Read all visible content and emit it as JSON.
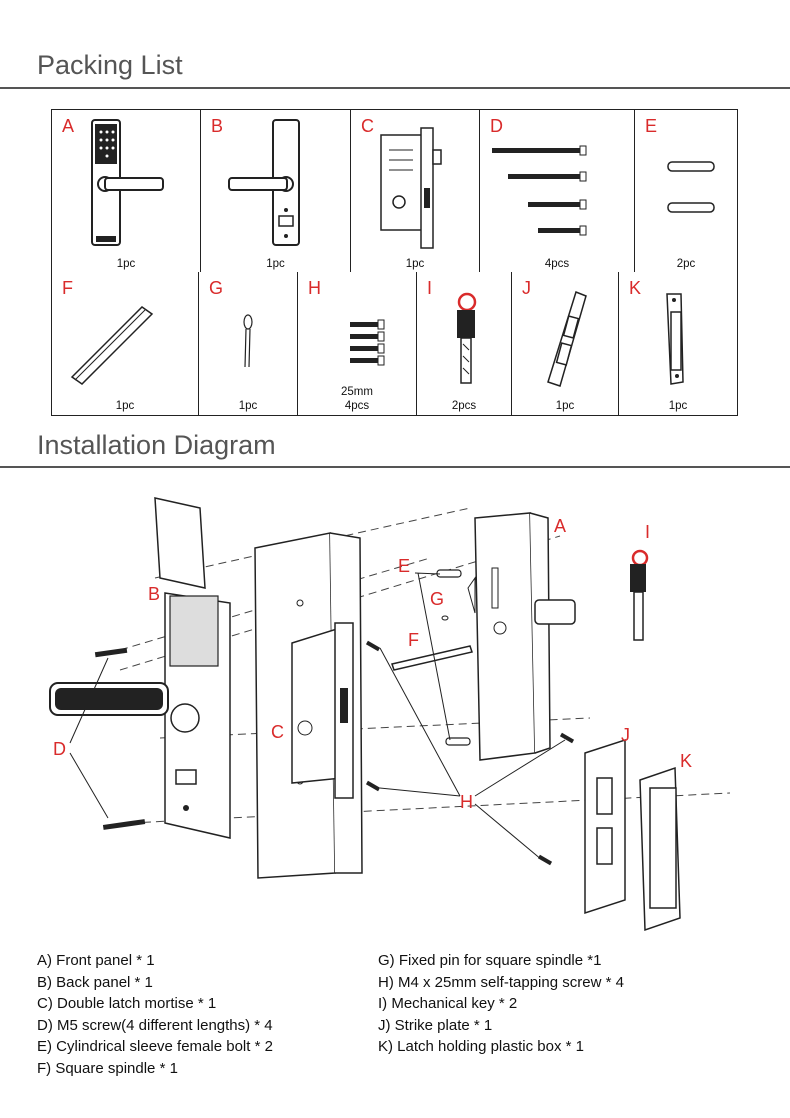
{
  "packing_title": "Packing List",
  "install_title": "Installation Diagram",
  "row1": [
    {
      "letter": "A",
      "qty": "1pc"
    },
    {
      "letter": "B",
      "qty": "1pc"
    },
    {
      "letter": "C",
      "qty": "1pc"
    },
    {
      "letter": "D",
      "qty": "4pcs"
    },
    {
      "letter": "E",
      "qty": "2pc"
    }
  ],
  "row2": [
    {
      "letter": "F",
      "qty": "1pc"
    },
    {
      "letter": "G",
      "qty": "1pc"
    },
    {
      "letter": "H",
      "sub": "25mm",
      "qty": "4pcs"
    },
    {
      "letter": "I",
      "qty": "2pcs"
    },
    {
      "letter": "J",
      "qty": "1pc"
    },
    {
      "letter": "K",
      "qty": "1pc"
    }
  ],
  "diagram_labels": {
    "A": "A",
    "B": "B",
    "C": "C",
    "D": "D",
    "E": "E",
    "F": "F",
    "G": "G",
    "H": "H",
    "I": "I",
    "J": "J",
    "K": "K"
  },
  "legend_left": [
    "A) Front panel  *  1",
    "B) Back panel  *  1",
    "C) Double latch mortise  *  1",
    "D) M5 screw(4 different lengths)  *  4",
    "E) Cylindrical sleeve female bolt * 2",
    "F) Square spindle * 1"
  ],
  "legend_right": [
    "G) Fixed pin for square spindle *1",
    "H) M4 x 25mm self-tapping screw * 4",
    "I) Mechanical key * 2",
    "J) Strike plate * 1",
    "K) Latch holding plastic box * 1"
  ],
  "colors": {
    "accent": "#d92b2b",
    "title": "#555555",
    "line": "#222222"
  }
}
